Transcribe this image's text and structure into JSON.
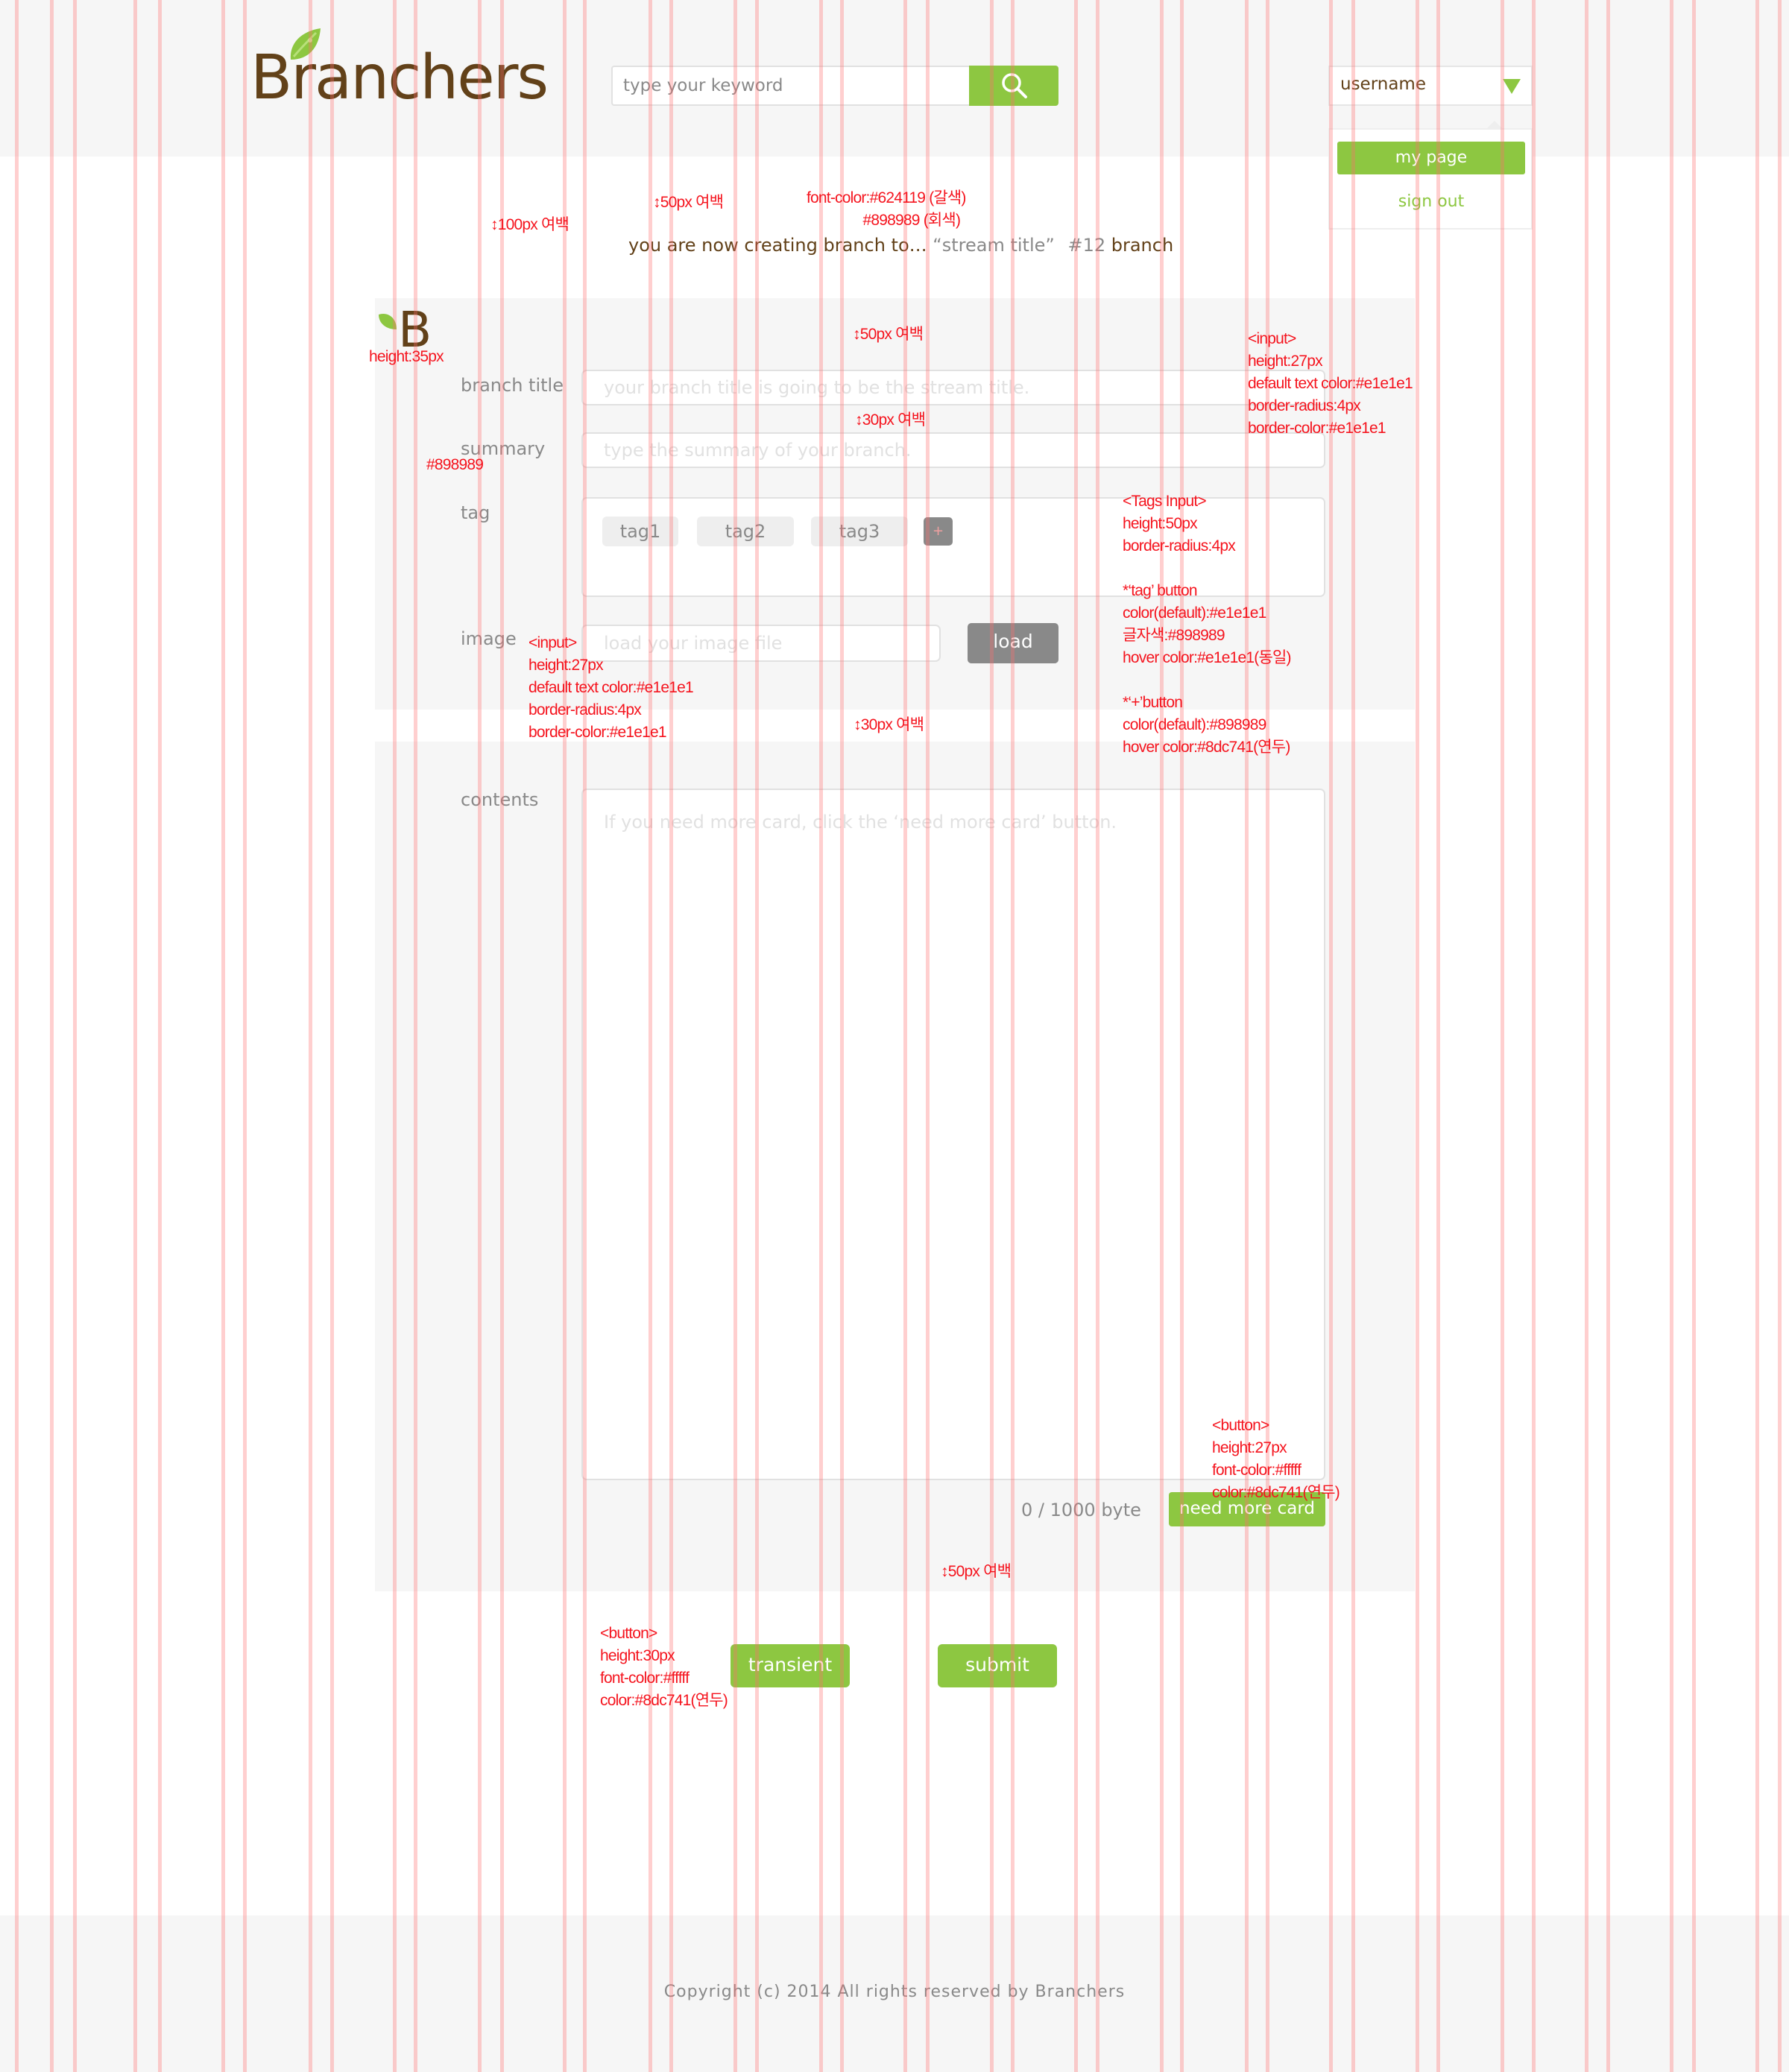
{
  "header": {
    "logo_text": "Branchers",
    "search": {
      "placeholder": "type your keyword",
      "icon": "search-icon"
    },
    "user_menu": {
      "username": "username",
      "icon": "triangle-down-icon",
      "items": [
        "my page",
        "sign out"
      ]
    }
  },
  "page_intro": {
    "prefix": "you are now creating branch to…",
    "stream_title": "“stream title”",
    "branch_number": "#12",
    "suffix": "branch"
  },
  "form": {
    "badge_letter": "B",
    "branch_title": {
      "label": "branch title",
      "placeholder": "your branch title is going to be the stream title."
    },
    "summary": {
      "label": "summary",
      "placeholder": "type the summary of your branch."
    },
    "tag": {
      "label": "tag",
      "tags": [
        "tag1",
        "tag2",
        "tag3"
      ],
      "add_label": "+"
    },
    "image": {
      "label": "image",
      "placeholder": "load your image file",
      "load_label": "load"
    },
    "contents": {
      "label": "contents",
      "placeholder": "If you need more card, click the ‘need more card’ button.",
      "byte_count": "0 / 1000 byte",
      "need_more_label": "need more card"
    },
    "actions": {
      "transient_label": "transient",
      "submit_label": "submit"
    }
  },
  "footer": {
    "copyright": "Copyright (c) 2014 All rights reserved by Branchers"
  },
  "annotations": {
    "top_margin": "↕100px 여백",
    "intro_gap": "↕50px 여백",
    "intro_colors": "font-color:#624119 (갈색)\n               #898989 (회색)",
    "form_top_gap": "↕50px 여백",
    "badge_height": "height:35px",
    "input_spec": "<input>\nheight:27px\ndefault text color:#e1e1e1\nborder-radius:4px\nborder-color:#e1e1e1",
    "field_gap": "↕30px 여백",
    "label_color": "#898989",
    "tags_spec": "<Tags Input>\nheight:50px\nborder-radius:4px\n\n*‘tag’ button\ncolor(default):#e1e1e1\n글자색:#898989\nhover color:#e1e1e1(동일)\n\n*‘+’button\ncolor(default):#898989\nhover color:#8dc741(연두)",
    "image_input_spec": "<input>\nheight:27px\ndefault text color:#e1e1e1\nborder-radius:4px\nborder-color:#e1e1e1",
    "image_gap": "↕30px 여백",
    "need_more_spec": "<button>\nheight:27px\nfont-color:#fffff\ncolor:#8dc741(연두)",
    "bottom_gap": "↕50px 여백",
    "action_spec": "<button>\nheight:30px\nfont-color:#fffff\ncolor:#8dc741(연두)"
  },
  "colors": {
    "brown": "#624119",
    "gray_text": "#898989",
    "border": "#e1e1e1",
    "green": "#8dc741",
    "annotation_red": "#f5141e",
    "band_bg": "#f6f6f6"
  }
}
